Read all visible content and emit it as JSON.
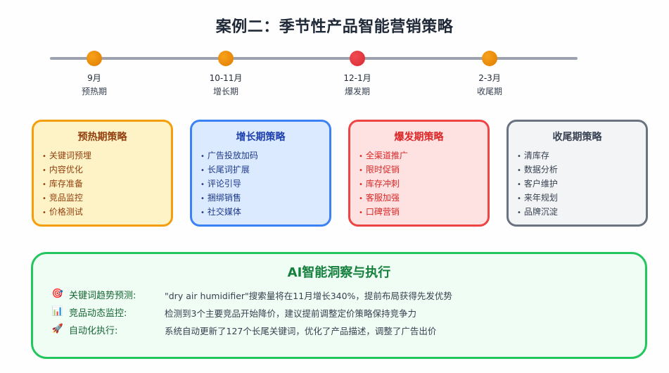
{
  "title": "案例二：季节性产品智能营销策略",
  "colors": {
    "timeline_line": "#9ca3af",
    "node_orange": "#f59e0b",
    "node_red": "#e5323d",
    "ai_border": "#22c55e",
    "ai_bg": "#f0fdf4",
    "ai_title": "#15803d"
  },
  "timeline": [
    {
      "months": "9月",
      "period": "预热期",
      "color": "#f08c0a"
    },
    {
      "months": "10-11月",
      "period": "增长期",
      "color": "#f08c0a"
    },
    {
      "months": "12-1月",
      "period": "爆发期",
      "color": "#e5323d"
    },
    {
      "months": "2-3月",
      "period": "收尾期",
      "color": "#f08c0a"
    }
  ],
  "cards": [
    {
      "title": "预热期策略",
      "items": [
        "关键词预埋",
        "内容优化",
        "库存准备",
        "竞品监控",
        "价格测试"
      ],
      "border": "#f59e0b",
      "bg": "#fef3c7",
      "text": "#92400e"
    },
    {
      "title": "增长期策略",
      "items": [
        "广告投放加码",
        "长尾词扩展",
        "评论引导",
        "捆绑销售",
        "社交媒体"
      ],
      "border": "#3b82f6",
      "bg": "#dbeafe",
      "text": "#1e40af"
    },
    {
      "title": "爆发期策略",
      "items": [
        "全渠道推广",
        "限时促销",
        "库存冲刺",
        "客服加强",
        "口碑营销"
      ],
      "border": "#ef4444",
      "bg": "#fee2e2",
      "text": "#dc2626"
    },
    {
      "title": "收尾期策略",
      "items": [
        "清库存",
        "数据分析",
        "客户维护",
        "来年规划",
        "品牌沉淀"
      ],
      "border": "#6b7280",
      "bg": "#f3f4f6",
      "text": "#374151"
    }
  ],
  "ai": {
    "title": "AI智能洞察与执行",
    "rows": [
      {
        "icon": "target-icon",
        "glyph": "🎯",
        "label": "关键词趋势预测:",
        "text": "\"dry air humidifier\"搜索量将在11月增长340%，提前布局获得先发优势"
      },
      {
        "icon": "bar-chart-icon",
        "glyph": "📊",
        "label": "竞品动态监控:",
        "text": "检测到3个主要竞品开始降价，建议提前调整定价策略保持竞争力"
      },
      {
        "icon": "rocket-icon",
        "glyph": "🚀",
        "label": "自动化执行:",
        "text": "系统自动更新了127个长尾关键词，优化了产品描述，调整了广告出价"
      }
    ]
  }
}
